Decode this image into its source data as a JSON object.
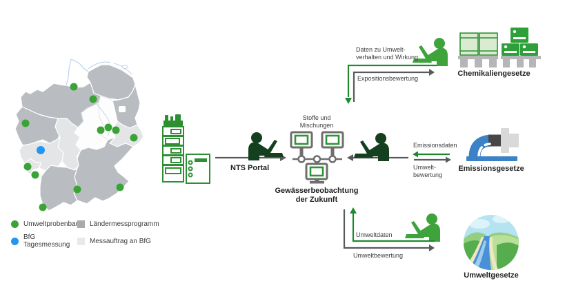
{
  "map": {
    "legend": [
      {
        "label": "Umweltprobenbank",
        "marker": "green-dot"
      },
      {
        "label": "Ländermessprogramm",
        "marker": "dark-gray-square"
      },
      {
        "label": "BfG Tagesmessung",
        "marker": "blue-dot"
      },
      {
        "label": "Messauftrag an BfG",
        "marker": "light-gray-square"
      }
    ],
    "sites": {
      "green_dots": 12,
      "blue_dots": 1
    }
  },
  "center": {
    "nts_portal": "NTS Portal",
    "network_caption": [
      "Stoffe und",
      "Mischungen"
    ],
    "network_title": [
      "Gewässerbeobachtung",
      "der Zukunft"
    ]
  },
  "flows": {
    "chem_in": [
      "Daten zu Umwelt-",
      "verhalten und Wirkung"
    ],
    "chem_out": "Expositionsbewertung",
    "emission_in": "Emissionsdaten",
    "emission_out": [
      "Umwelt-",
      "bewertung"
    ],
    "umwelt_in": "Umweltdaten",
    "umwelt_out": "Umweltbewertung"
  },
  "sectors": {
    "chemicals": "Chemikaliengesetze",
    "emissions": "Emissionsgesetze",
    "environment": "Umweltgesetze"
  },
  "colors": {
    "site_green": "#3aa336",
    "site_blue": "#2196f3",
    "arrow_green": "#1e8a2d",
    "arrow_gray": "#58595b",
    "person_dark": "#15401f",
    "person_green": "#3fa33b",
    "state_gray": "#b9bdc1",
    "state_light": "#e4e5e7",
    "pipe_blue": "#3c82c6",
    "screen_green": "#2c9632"
  }
}
